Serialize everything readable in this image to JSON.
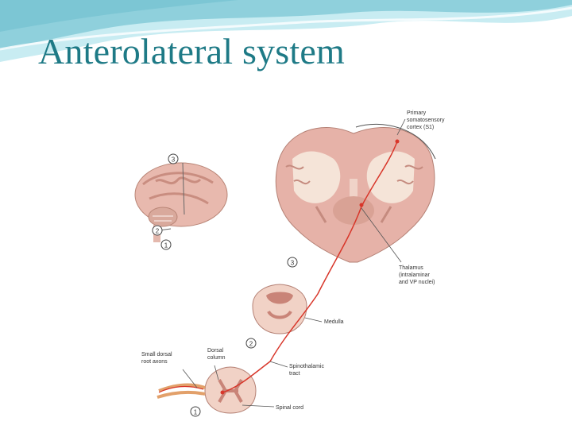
{
  "slide": {
    "title": "Anterolateral system",
    "theme": {
      "title_color": "#1e7a86",
      "wave_dark": "#8fd0dc",
      "wave_light": "#c8ecf2"
    }
  },
  "figure": {
    "labels": {
      "primary_cortex": [
        "Primary",
        "somatosensory",
        "cortex (S1)"
      ],
      "thalamus": [
        "Thalamus",
        "(intralaminar",
        "and VP nuclei)"
      ],
      "medulla": "Medulla",
      "dorsal_column": [
        "Dorsal",
        "column"
      ],
      "small_dorsal_root_axons": [
        "Small dorsal",
        "root axons"
      ],
      "spinothalamic_tract": [
        "Spinothalamic",
        "tract"
      ],
      "spinal_cord": "Spinal cord"
    },
    "section_markers": {
      "m1": "1",
      "m2": "2",
      "m3": "3"
    },
    "pathway_color": "#d8362a"
  }
}
